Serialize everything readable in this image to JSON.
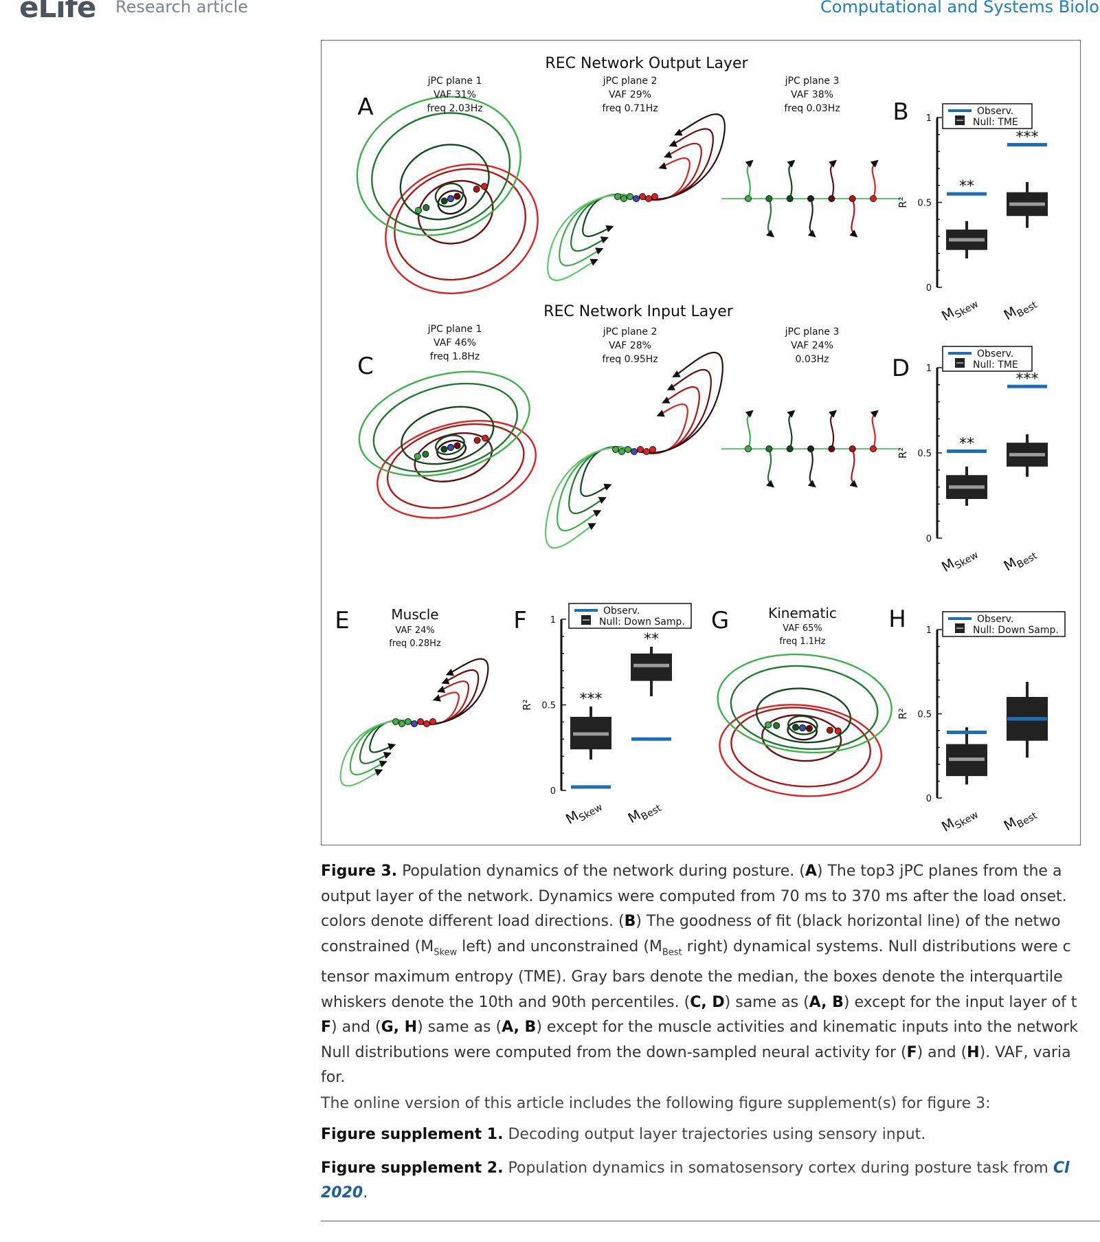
{
  "header": {
    "logo": "eLife",
    "article_type": "Research article",
    "category": "Computational and Systems Biolo"
  },
  "figure": {
    "output_title": "REC Network Output Layer",
    "input_title": "REC Network Input Layer",
    "panel_labels": {
      "A": "A",
      "B": "B",
      "C": "C",
      "D": "D",
      "E": "E",
      "F": "F",
      "G": "G",
      "H": "H"
    },
    "output_planes": [
      {
        "name": "jPC plane 1",
        "vaf": "VAF 31%",
        "freq": "freq 2.03Hz"
      },
      {
        "name": "jPC plane 2",
        "vaf": "VAF 29%",
        "freq": "freq 0.71Hz"
      },
      {
        "name": "jPC plane 3",
        "vaf": "VAF 38%",
        "freq": "freq 0.03Hz"
      }
    ],
    "input_planes": [
      {
        "name": "jPC plane 1",
        "vaf": "VAF 46%",
        "freq": "freq 1.8Hz"
      },
      {
        "name": "jPC plane 2",
        "vaf": "VAF 28%",
        "freq": "freq 0.95Hz"
      },
      {
        "name": "jPC plane 3",
        "vaf": "VAF 24%",
        "freq": "0.03Hz"
      }
    ],
    "muscle": {
      "title": "Muscle",
      "vaf": "VAF 24%",
      "freq": "freq 0.28Hz"
    },
    "kinematic": {
      "title": "Kinematic",
      "vaf": "VAF 65%",
      "freq": "freq 1.1Hz"
    },
    "colors": {
      "observed": "#1a6fb5",
      "box": "#222222",
      "median": "#9a9a9a",
      "red": "#e02020",
      "dark_red": "#6b0c0c",
      "green": "#3cb34a",
      "dark_green": "#0f4a1c"
    }
  },
  "chart_data": [
    {
      "panel": "B",
      "type": "box",
      "ylabel": "R²",
      "ylim": [
        0,
        1
      ],
      "yticks": [
        "0",
        "0.5",
        "1"
      ],
      "categories": [
        "M",
        "M"
      ],
      "category_subscripts": [
        "Skew",
        "Best"
      ],
      "legend": [
        "Observ.",
        "Null: TME"
      ],
      "observed": [
        0.55,
        0.84
      ],
      "significance": [
        "**",
        "***"
      ],
      "null_median": [
        0.28,
        0.49
      ],
      "null_q1": [
        0.22,
        0.42
      ],
      "null_q3": [
        0.34,
        0.56
      ],
      "null_p10": [
        0.17,
        0.35
      ],
      "null_p90": [
        0.39,
        0.62
      ]
    },
    {
      "panel": "D",
      "type": "box",
      "ylabel": "R²",
      "ylim": [
        0,
        1
      ],
      "yticks": [
        "0",
        "0.5",
        "1"
      ],
      "categories": [
        "M",
        "M"
      ],
      "category_subscripts": [
        "Skew",
        "Best"
      ],
      "legend": [
        "Observ.",
        "Null: TME"
      ],
      "observed": [
        0.51,
        0.89
      ],
      "significance": [
        "**",
        "***"
      ],
      "null_median": [
        0.3,
        0.49
      ],
      "null_q1": [
        0.23,
        0.42
      ],
      "null_q3": [
        0.37,
        0.56
      ],
      "null_p10": [
        0.19,
        0.36
      ],
      "null_p90": [
        0.42,
        0.61
      ]
    },
    {
      "panel": "F",
      "type": "box",
      "ylabel": "R²",
      "ylim": [
        0,
        1
      ],
      "yticks": [
        "0",
        "0.5",
        "1"
      ],
      "categories": [
        "M",
        "M"
      ],
      "category_subscripts": [
        "Skew",
        "Best"
      ],
      "legend": [
        "Observ.",
        "Null: Down Samp."
      ],
      "observed": [
        0.02,
        0.3
      ],
      "significance": [
        "***",
        "**"
      ],
      "null_median": [
        0.33,
        0.73
      ],
      "null_q1": [
        0.24,
        0.64
      ],
      "null_q3": [
        0.43,
        0.8
      ],
      "null_p10": [
        0.18,
        0.55
      ],
      "null_p90": [
        0.49,
        0.84
      ]
    },
    {
      "panel": "H",
      "type": "box",
      "ylabel": "R²",
      "ylim": [
        0,
        1
      ],
      "yticks": [
        "0",
        "0.5",
        "1"
      ],
      "categories": [
        "M",
        "M"
      ],
      "category_subscripts": [
        "Skew",
        "Best"
      ],
      "legend": [
        "Observ.",
        "Null: Down Samp."
      ],
      "observed": [
        0.39,
        0.47
      ],
      "significance": [
        "",
        ""
      ],
      "null_median": [
        0.23,
        0.47
      ],
      "null_q1": [
        0.13,
        0.34
      ],
      "null_q3": [
        0.32,
        0.6
      ],
      "null_p10": [
        0.08,
        0.24
      ],
      "null_p90": [
        0.42,
        0.69
      ]
    }
  ],
  "caption": {
    "lines": [
      [
        {
          "b": "Figure 3."
        },
        {
          "t": " Population dynamics of the network during posture. ("
        },
        {
          "b": "A"
        },
        {
          "t": ") The top3 jPC planes from the a"
        }
      ],
      [
        {
          "t": "output layer of the network. Dynamics were computed from 70 ms to 370 ms after the load onset."
        }
      ],
      [
        {
          "t": "colors denote different load directions. ("
        },
        {
          "b": "B"
        },
        {
          "t": ") The goodness of fit (black horizontal line) of the netwo"
        }
      ],
      [
        {
          "t": "constrained (M"
        },
        {
          "sub": "Skew"
        },
        {
          "t": " left) and unconstrained (M"
        },
        {
          "sub": "Best"
        },
        {
          "t": " right) dynamical systems. Null distributions were c"
        }
      ],
      [
        {
          "t": "tensor maximum entropy (TME). Gray bars denote the median, the boxes denote the interquartile"
        }
      ],
      [
        {
          "t": "whiskers denote the 10th and 90th percentiles. ("
        },
        {
          "b": "C, D"
        },
        {
          "t": ") same as ("
        },
        {
          "b": "A, B"
        },
        {
          "t": ") except for the input layer of t"
        }
      ],
      [
        {
          "b": "F"
        },
        {
          "t": ") and ("
        },
        {
          "b": "G, H"
        },
        {
          "t": ") same as ("
        },
        {
          "b": "A, B"
        },
        {
          "t": ") except for the muscle activities and kinematic inputs into the network"
        }
      ],
      [
        {
          "t": "Null distributions were computed from the down-sampled neural activity for ("
        },
        {
          "b": "F"
        },
        {
          "t": ") and ("
        },
        {
          "b": "H"
        },
        {
          "t": "). VAF, varia"
        }
      ],
      [
        {
          "t": "for."
        }
      ]
    ]
  },
  "supplements": {
    "intro": "The online version of this article includes the following figure supplement(s) for figure 3:",
    "s1_label": "Figure supplement 1.",
    "s1_text": " Decoding output layer trajectories using sensory input.",
    "s2_label": "Figure supplement 2.",
    "s2_text": " Population dynamics in somatosensory cortex during posture task from ",
    "s2_cite_a": "Cl",
    "s2_cite_b": "2020",
    "s2_tail": "."
  }
}
